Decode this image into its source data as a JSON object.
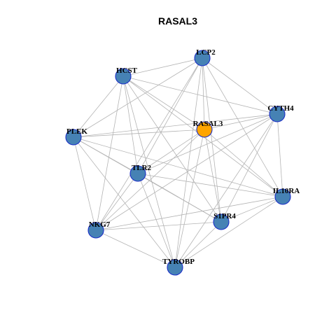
{
  "title": "RASAL3",
  "colors": {
    "node_default": "#4682b4",
    "node_highlight": "#ffa500",
    "node_border": "#1c2fc8",
    "edge": "#b4b4b4",
    "background": "#ffffff"
  },
  "nodes": [
    {
      "id": "LCP2",
      "label": "LCP2"
    },
    {
      "id": "HCST",
      "label": "HCST"
    },
    {
      "id": "CYTH4",
      "label": "CYTH4"
    },
    {
      "id": "RASAL3",
      "label": "RASAL3",
      "highlight": true
    },
    {
      "id": "PLEK",
      "label": "PLEK"
    },
    {
      "id": "TLR2",
      "label": "TLR2"
    },
    {
      "id": "IL10RA",
      "label": "IL10RA"
    },
    {
      "id": "S1PR4",
      "label": "S1PR4"
    },
    {
      "id": "NKG7",
      "label": "NKG7"
    },
    {
      "id": "TYROBP",
      "label": "TYROBP"
    }
  ],
  "edges": [
    [
      "LCP2",
      "HCST"
    ],
    [
      "LCP2",
      "CYTH4"
    ],
    [
      "LCP2",
      "RASAL3"
    ],
    [
      "LCP2",
      "PLEK"
    ],
    [
      "LCP2",
      "TLR2"
    ],
    [
      "LCP2",
      "IL10RA"
    ],
    [
      "LCP2",
      "S1PR4"
    ],
    [
      "LCP2",
      "NKG7"
    ],
    [
      "LCP2",
      "TYROBP"
    ],
    [
      "HCST",
      "CYTH4"
    ],
    [
      "HCST",
      "RASAL3"
    ],
    [
      "HCST",
      "PLEK"
    ],
    [
      "HCST",
      "TLR2"
    ],
    [
      "HCST",
      "IL10RA"
    ],
    [
      "HCST",
      "S1PR4"
    ],
    [
      "HCST",
      "NKG7"
    ],
    [
      "HCST",
      "TYROBP"
    ],
    [
      "CYTH4",
      "RASAL3"
    ],
    [
      "CYTH4",
      "PLEK"
    ],
    [
      "CYTH4",
      "TLR2"
    ],
    [
      "CYTH4",
      "IL10RA"
    ],
    [
      "CYTH4",
      "S1PR4"
    ],
    [
      "CYTH4",
      "NKG7"
    ],
    [
      "CYTH4",
      "TYROBP"
    ],
    [
      "RASAL3",
      "PLEK"
    ],
    [
      "RASAL3",
      "TLR2"
    ],
    [
      "RASAL3",
      "IL10RA"
    ],
    [
      "RASAL3",
      "S1PR4"
    ],
    [
      "RASAL3",
      "NKG7"
    ],
    [
      "RASAL3",
      "TYROBP"
    ],
    [
      "PLEK",
      "TLR2"
    ],
    [
      "PLEK",
      "IL10RA"
    ],
    [
      "PLEK",
      "S1PR4"
    ],
    [
      "PLEK",
      "NKG7"
    ],
    [
      "PLEK",
      "TYROBP"
    ],
    [
      "TLR2",
      "IL10RA"
    ],
    [
      "TLR2",
      "S1PR4"
    ],
    [
      "TLR2",
      "NKG7"
    ],
    [
      "TLR2",
      "TYROBP"
    ],
    [
      "IL10RA",
      "S1PR4"
    ],
    [
      "IL10RA",
      "NKG7"
    ],
    [
      "IL10RA",
      "TYROBP"
    ],
    [
      "S1PR4",
      "NKG7"
    ],
    [
      "S1PR4",
      "TYROBP"
    ],
    [
      "NKG7",
      "TYROBP"
    ]
  ]
}
